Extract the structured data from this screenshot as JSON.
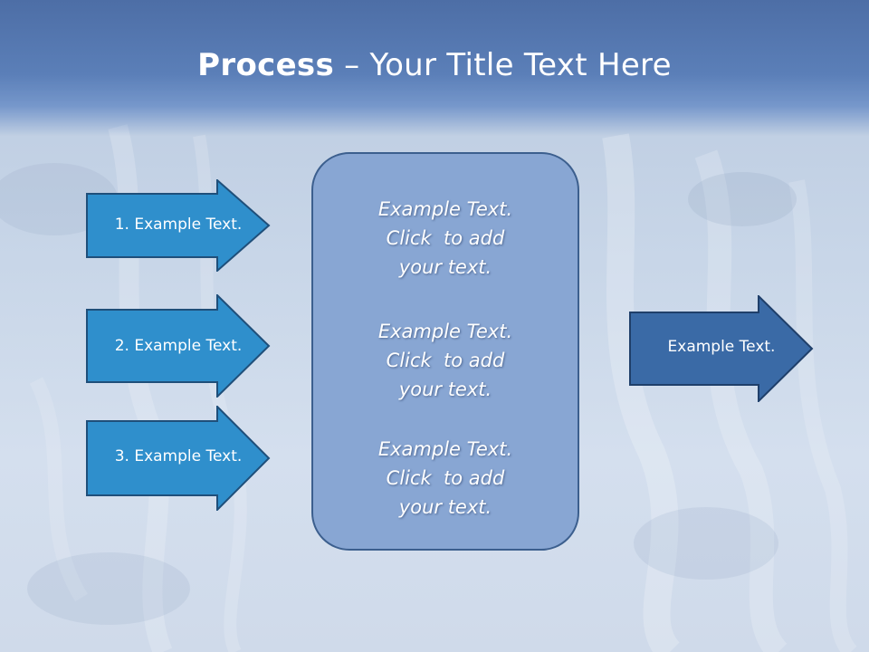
{
  "title": {
    "bold": "Process",
    "rest": " – Your Title Text Here"
  },
  "left_arrows": [
    {
      "label": "1. Example Text."
    },
    {
      "label": "2. Example Text."
    },
    {
      "label": "3. Example Text."
    }
  ],
  "center_box": {
    "blocks": [
      {
        "text": "Example Text.\nClick  to add\nyour text."
      },
      {
        "text": "Example Text.\nClick  to add\nyour text."
      },
      {
        "text": "Example Text.\nClick  to add\nyour text."
      }
    ]
  },
  "right_arrow": {
    "label": "Example Text."
  },
  "colors": {
    "left_arrow_fill": "#2f8fcc",
    "left_arrow_stroke": "#1f4f7a",
    "right_arrow_fill": "#3a6aa6",
    "center_box_fill": "#88a6d3",
    "title_band": "#5b7fb8"
  }
}
